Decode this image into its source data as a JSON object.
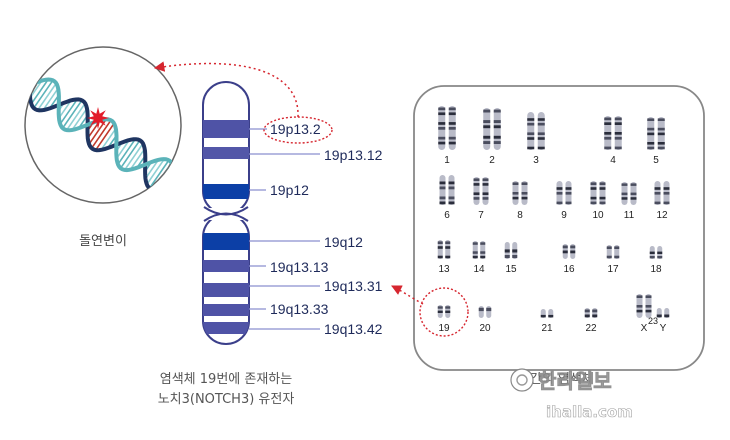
{
  "mutation_panel": {
    "label": "돌연변이"
  },
  "chromosome": {
    "bands": [
      {
        "id": "19p13.2",
        "label": "19p13.2",
        "highlighted": true
      },
      {
        "id": "19p13.12",
        "label": "19p13.12"
      },
      {
        "id": "19p12",
        "label": "19p12"
      },
      {
        "id": "19q12",
        "label": "19q12"
      },
      {
        "id": "19q13.13",
        "label": "19q13.13"
      },
      {
        "id": "19q13.31",
        "label": "19q13.31"
      },
      {
        "id": "19q13.33",
        "label": "19q13.33"
      },
      {
        "id": "19q13.42",
        "label": "19q13.42"
      }
    ],
    "caption_line1": "염색체 19번에 존재하는",
    "caption_line2": "노치3(NOTCH3) 유전자"
  },
  "karyotype": {
    "labels": [
      "1",
      "2",
      "3",
      "4",
      "5",
      "6",
      "7",
      "8",
      "9",
      "10",
      "11",
      "12",
      "13",
      "14",
      "15",
      "16",
      "17",
      "18",
      "19",
      "20",
      "21",
      "22",
      "X",
      "23",
      "Y"
    ],
    "highlighted": "19",
    "caption": "인간의 염색체"
  },
  "watermark": {
    "brand": "한라일보",
    "url": "ihalla.com"
  },
  "colors": {
    "band_dark": "#0c3fa6",
    "band_medium": "#4f53a6",
    "band_light": "#e6e6f2",
    "pointer": "#d6262f",
    "dna_teal": "#5bb3b9",
    "dna_navy": "#1f3561"
  },
  "icons": [
    "dna-helix-icon",
    "mutation-star-icon"
  ]
}
